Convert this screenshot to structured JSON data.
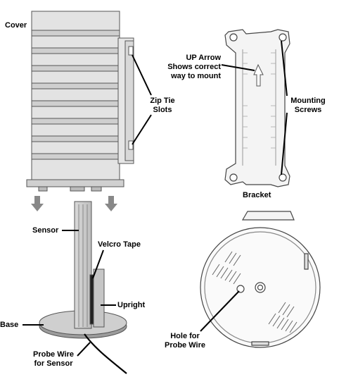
{
  "labels": {
    "cover": "Cover",
    "zip_tie_1": "Zip Tie",
    "zip_tie_2": "Slots",
    "up_arrow_1": "UP Arrow",
    "up_arrow_2": "Shows correct",
    "up_arrow_3": "way to mount",
    "mounting_1": "Mounting",
    "mounting_2": "Screws",
    "bracket": "Bracket",
    "sensor": "Sensor",
    "velcro": "Velcro Tape",
    "upright": "Upright",
    "base": "Base",
    "probe_1": "Probe Wire",
    "probe_2": "for Sensor",
    "hole_1": "Hole for",
    "hole_2": "Probe Wire"
  }
}
